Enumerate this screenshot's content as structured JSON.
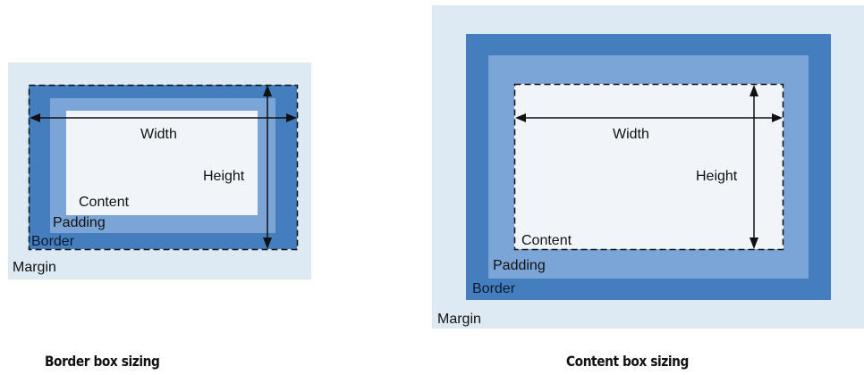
{
  "colors": {
    "margin": "#dde9f3",
    "border": "#447ebe",
    "padding": "#7ba5d6",
    "content": "#f1f5f9",
    "line": "#000000",
    "text": "#111111"
  },
  "diagrams": [
    {
      "id": "border-box",
      "caption": "Border box sizing",
      "labels": {
        "width": "Width",
        "height": "Height",
        "content": "Content",
        "padding": "Padding",
        "border": "Border",
        "margin": "Margin"
      },
      "dashed_outline_on": "border"
    },
    {
      "id": "content-box",
      "caption": "Content box sizing",
      "labels": {
        "width": "Width",
        "height": "Height",
        "content": "Content",
        "padding": "Padding",
        "border": "Border",
        "margin": "Margin"
      },
      "dashed_outline_on": "content"
    }
  ]
}
